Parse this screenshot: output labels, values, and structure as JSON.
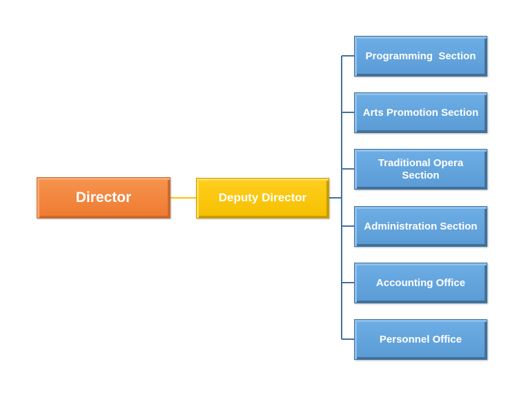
{
  "director": {
    "label": "Director",
    "color": "#ef7d33"
  },
  "deputy_director": {
    "label": "Deputy Director",
    "color": "#ffc000"
  },
  "sections": [
    {
      "label": "Programming  Section",
      "color": "#5b9bd5"
    },
    {
      "label": "Arts Promotion Section",
      "color": "#5b9bd5"
    },
    {
      "label": "Traditional Opera Section",
      "color": "#5b9bd5"
    },
    {
      "label": "Administration Section",
      "color": "#5b9bd5"
    },
    {
      "label": "Accounting Office",
      "color": "#5b9bd5"
    },
    {
      "label": "Personnel Office",
      "color": "#5b9bd5"
    }
  ],
  "connector_colors": {
    "director_to_deputy": "#ffc000",
    "deputy_to_sections": "#41719c"
  }
}
